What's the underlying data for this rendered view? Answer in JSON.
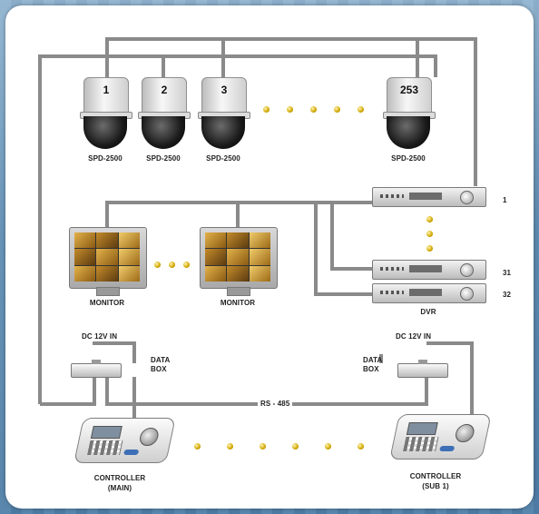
{
  "cameras": [
    {
      "number": "1",
      "model": "SPD-2500"
    },
    {
      "number": "2",
      "model": "SPD-2500"
    },
    {
      "number": "3",
      "model": "SPD-2500"
    },
    {
      "number": "253",
      "model": "SPD-2500"
    }
  ],
  "monitors": [
    {
      "label": "MONITOR"
    },
    {
      "label": "MONITOR"
    }
  ],
  "dvr": {
    "label": "DVR",
    "units": [
      {
        "number": "1"
      },
      {
        "number": "31"
      },
      {
        "number": "32"
      }
    ]
  },
  "data_boxes": [
    {
      "power_label": "DC 12V IN",
      "box_label_line1": "DATA",
      "box_label_line2": "BOX"
    },
    {
      "power_label": "DC 12V IN",
      "box_label_line1": "DATA",
      "box_label_line2": "BOX"
    }
  ],
  "bus": {
    "label": "RS - 485"
  },
  "controllers": [
    {
      "line1": "CONTROLLER",
      "line2": "(MAIN)"
    },
    {
      "line1": "CONTROLLER",
      "line2": "(SUB 1)"
    }
  ],
  "colors": {
    "wire": "#8a8a8a",
    "dot": "#d2a800",
    "panel": "#ffffff",
    "background": "#5f8db3"
  }
}
